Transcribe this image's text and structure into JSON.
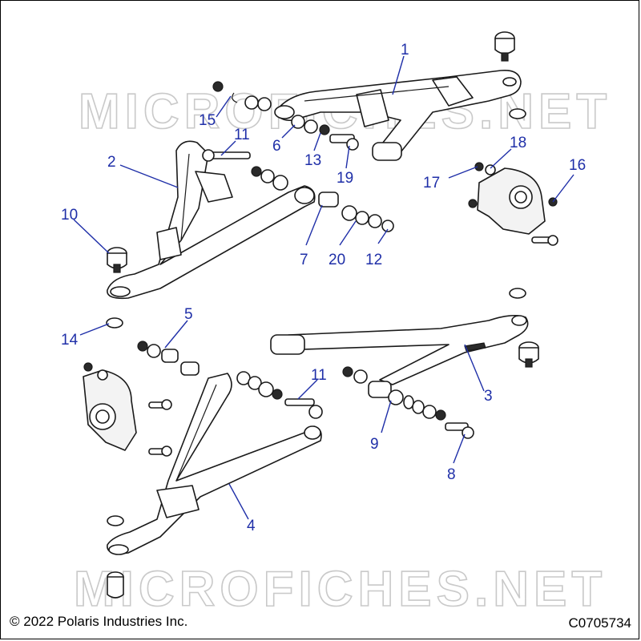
{
  "watermark": "MICROFICHES.NET",
  "copyright": "© 2022 Polaris Industries Inc.",
  "figure_id": "C0705734",
  "callout_color": "#1f2fa8",
  "callouts": [
    {
      "label": "1"
    },
    {
      "label": "2"
    },
    {
      "label": "3"
    },
    {
      "label": "4"
    },
    {
      "label": "5"
    },
    {
      "label": "6"
    },
    {
      "label": "7"
    },
    {
      "label": "8"
    },
    {
      "label": "9"
    },
    {
      "label": "10"
    },
    {
      "label": "11"
    },
    {
      "label": "11"
    },
    {
      "label": "12"
    },
    {
      "label": "13"
    },
    {
      "label": "14"
    },
    {
      "label": "15"
    },
    {
      "label": "16"
    },
    {
      "label": "17"
    },
    {
      "label": "18"
    },
    {
      "label": "19"
    },
    {
      "label": "20"
    }
  ]
}
